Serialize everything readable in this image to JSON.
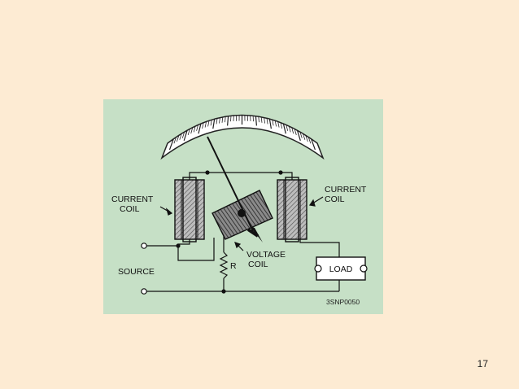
{
  "diagram": {
    "label_current_coil_left_1": "CURRENT",
    "label_current_coil_left_2": "COIL",
    "label_current_coil_right_1": "CURRENT",
    "label_current_coil_right_2": "COIL",
    "label_voltage_coil_1": "VOLTAGE",
    "label_voltage_coil_2": "COIL",
    "label_resistor": "R",
    "label_source": "SOURCE",
    "label_load": "LOAD",
    "figure_code": "3SNP0050",
    "colors": {
      "panel": "#c6e0c6",
      "ink": "#111111",
      "scale_face": "#ffffff"
    }
  },
  "slide": {
    "page_number": "17"
  }
}
